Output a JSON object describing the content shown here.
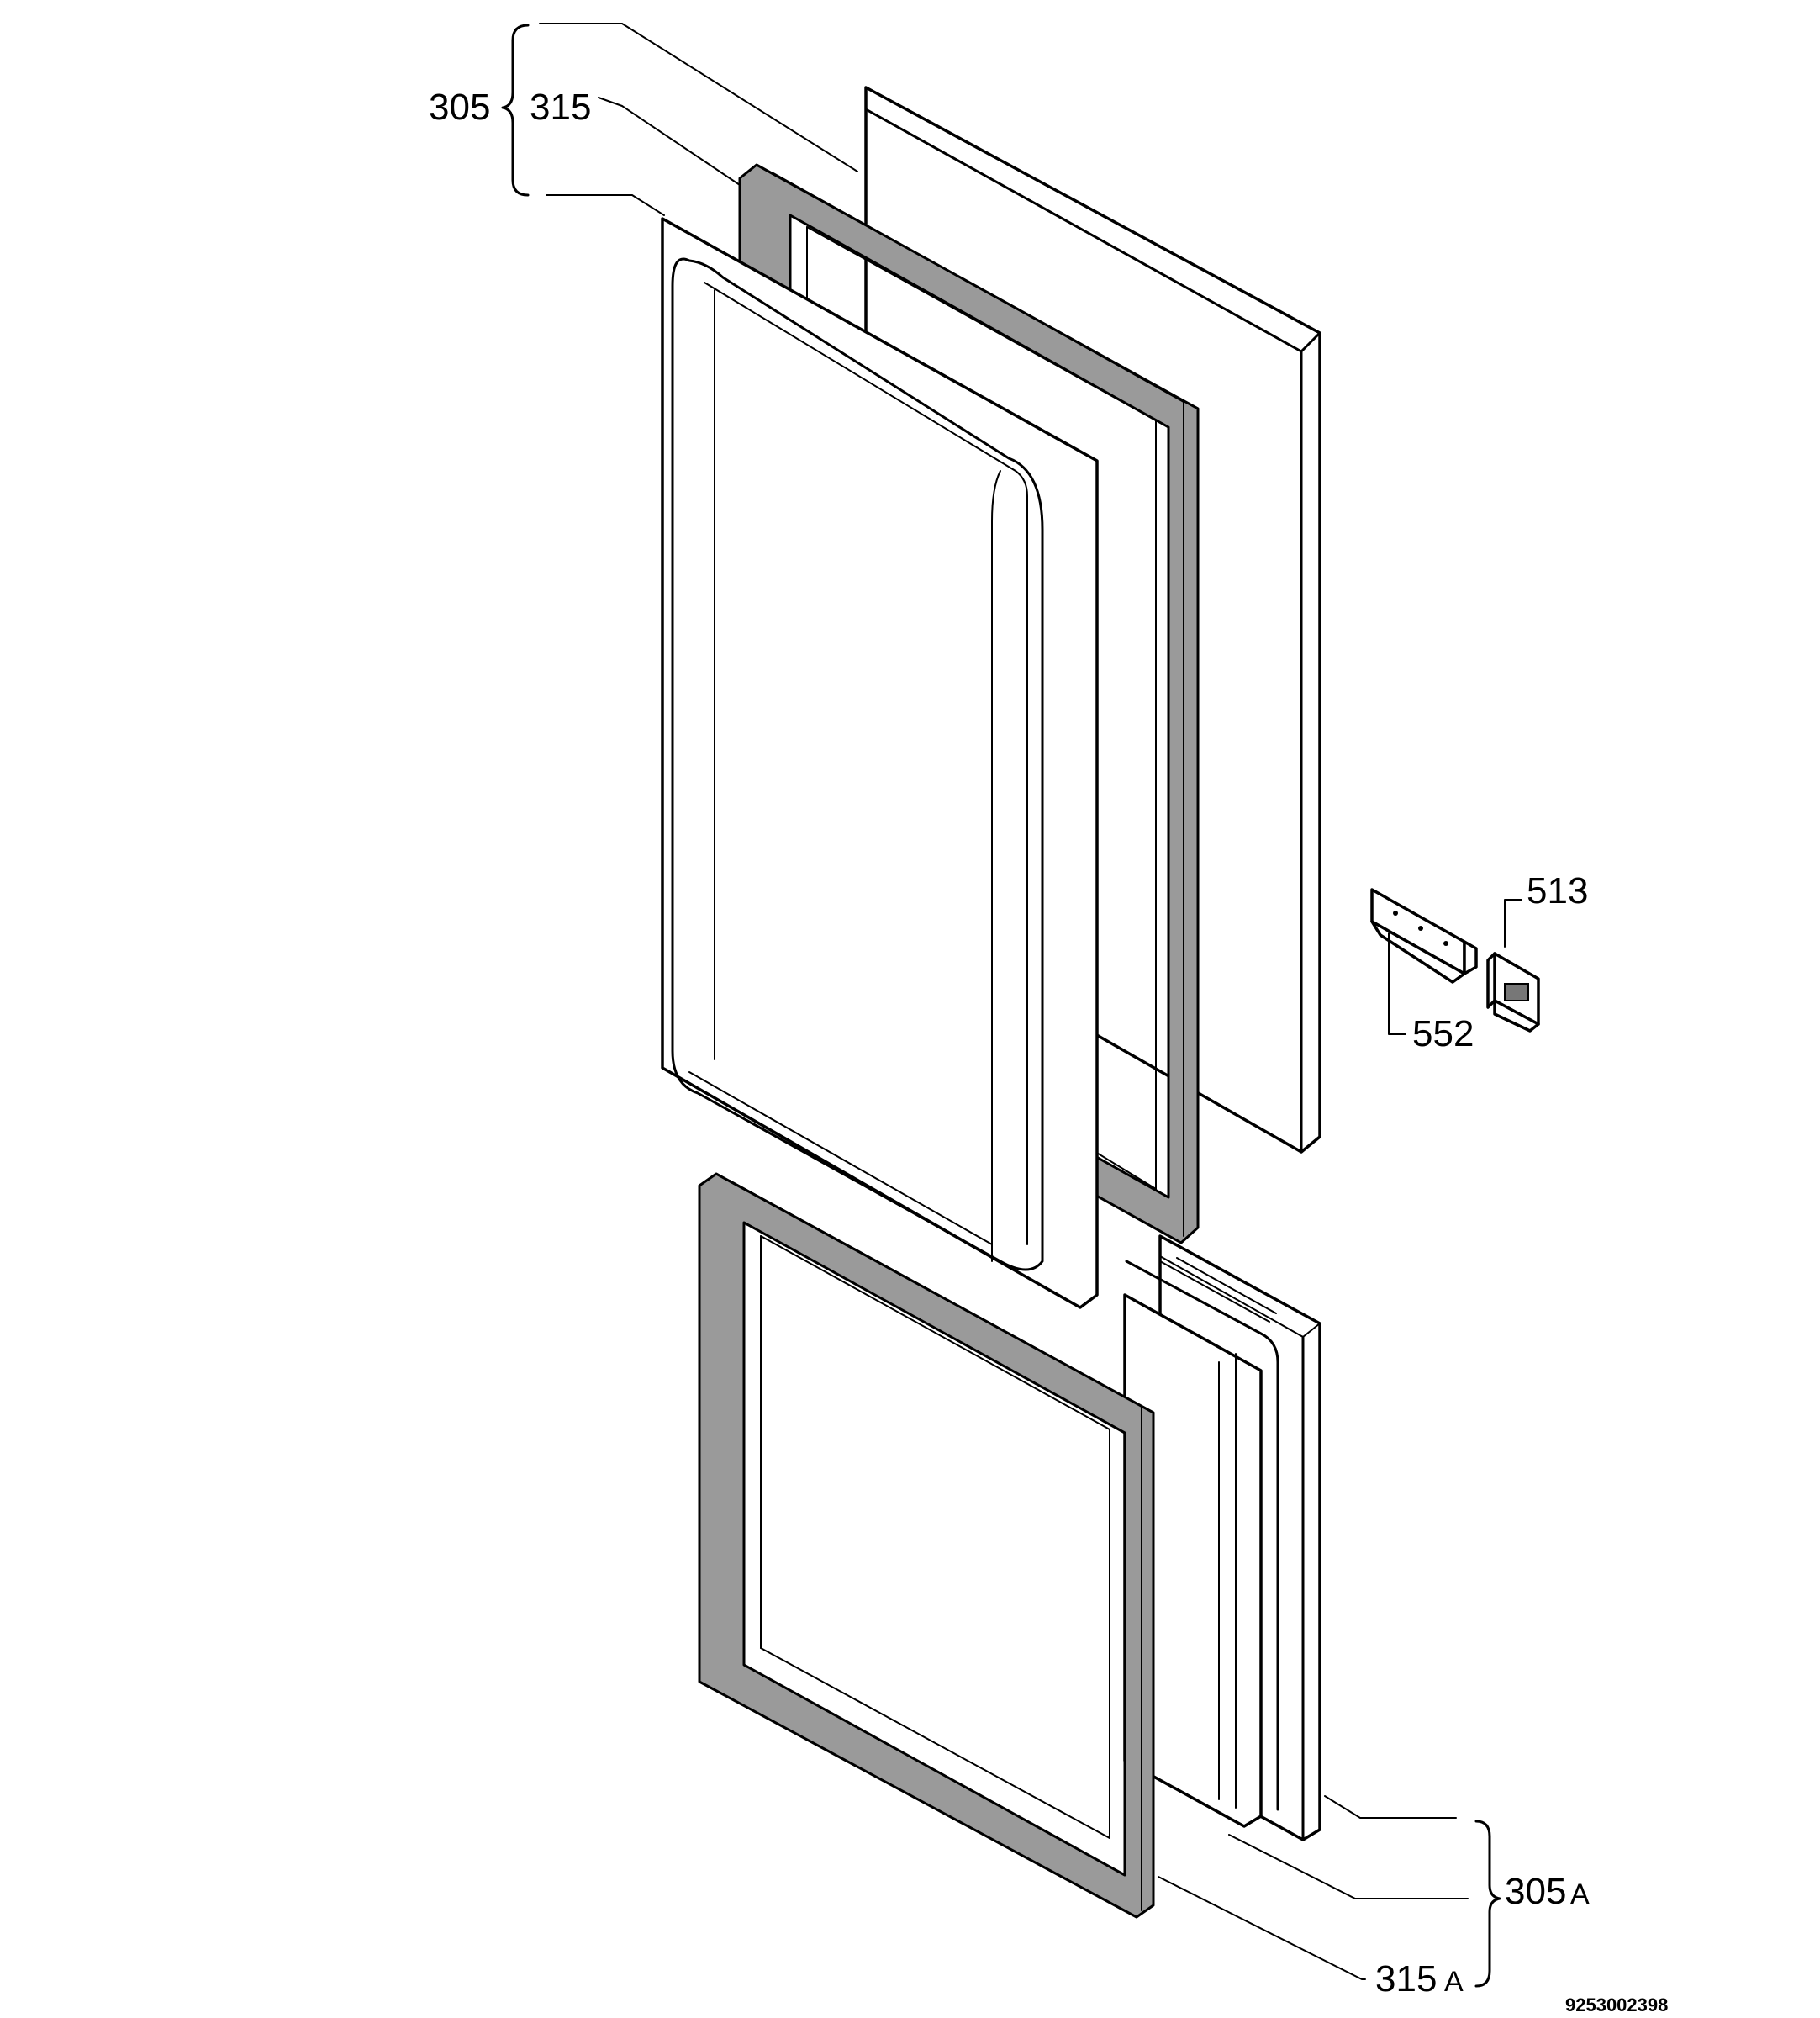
{
  "labels": {
    "upper_door_assembly": "305",
    "upper_gasket": "315",
    "hinge_part_a": "513",
    "hinge_part_b": "552",
    "lower_door_assembly": "305",
    "lower_door_suffix": "A",
    "lower_gasket": "315",
    "lower_gasket_suffix": "A"
  },
  "drawing_number": "9253002398"
}
